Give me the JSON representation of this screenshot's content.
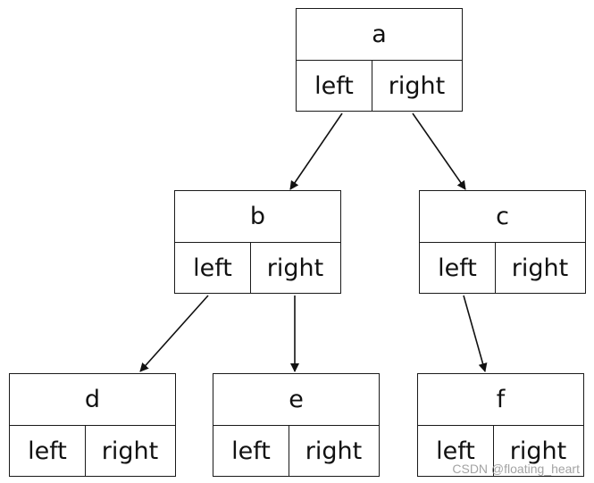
{
  "nodes": {
    "a": {
      "label": "a",
      "left": "left",
      "right": "right"
    },
    "b": {
      "label": "b",
      "left": "left",
      "right": "right"
    },
    "c": {
      "label": "c",
      "left": "left",
      "right": "right"
    },
    "d": {
      "label": "d",
      "left": "left",
      "right": "right"
    },
    "e": {
      "label": "e",
      "left": "left",
      "right": "right"
    },
    "f": {
      "label": "f",
      "left": "left",
      "right": "right"
    }
  },
  "edges": [
    {
      "from": "a",
      "field": "left",
      "to": "b"
    },
    {
      "from": "a",
      "field": "right",
      "to": "c"
    },
    {
      "from": "b",
      "field": "left",
      "to": "d"
    },
    {
      "from": "b",
      "field": "right",
      "to": "e"
    },
    {
      "from": "c",
      "field": "left",
      "to": "f"
    }
  ],
  "watermark": "CSDN @floating_heart"
}
